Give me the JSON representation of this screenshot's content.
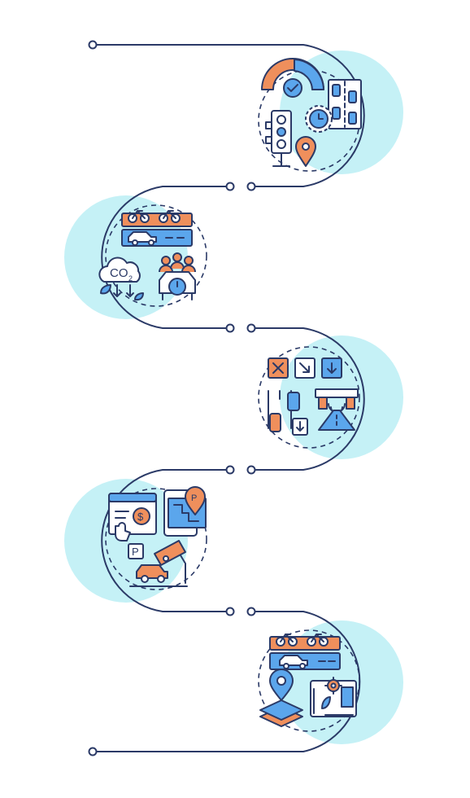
{
  "diagram": {
    "style": "vertical infographic timeline with five icon steps",
    "colors": {
      "line": "#2b3a67",
      "accent_blue": "#5ba6ec",
      "accent_orange": "#ef8f5c",
      "circle_fill": "#c5f1f6",
      "background": "#ffffff"
    },
    "steps": [
      {
        "icon": "traffic-management-icon",
        "side": "right"
      },
      {
        "icon": "sustainable-mobility-icon",
        "side": "left"
      },
      {
        "icon": "lane-control-icon",
        "side": "right"
      },
      {
        "icon": "smart-parking-icon",
        "side": "left"
      },
      {
        "icon": "urban-planning-icon",
        "side": "right"
      }
    ],
    "connector_count": 4
  }
}
